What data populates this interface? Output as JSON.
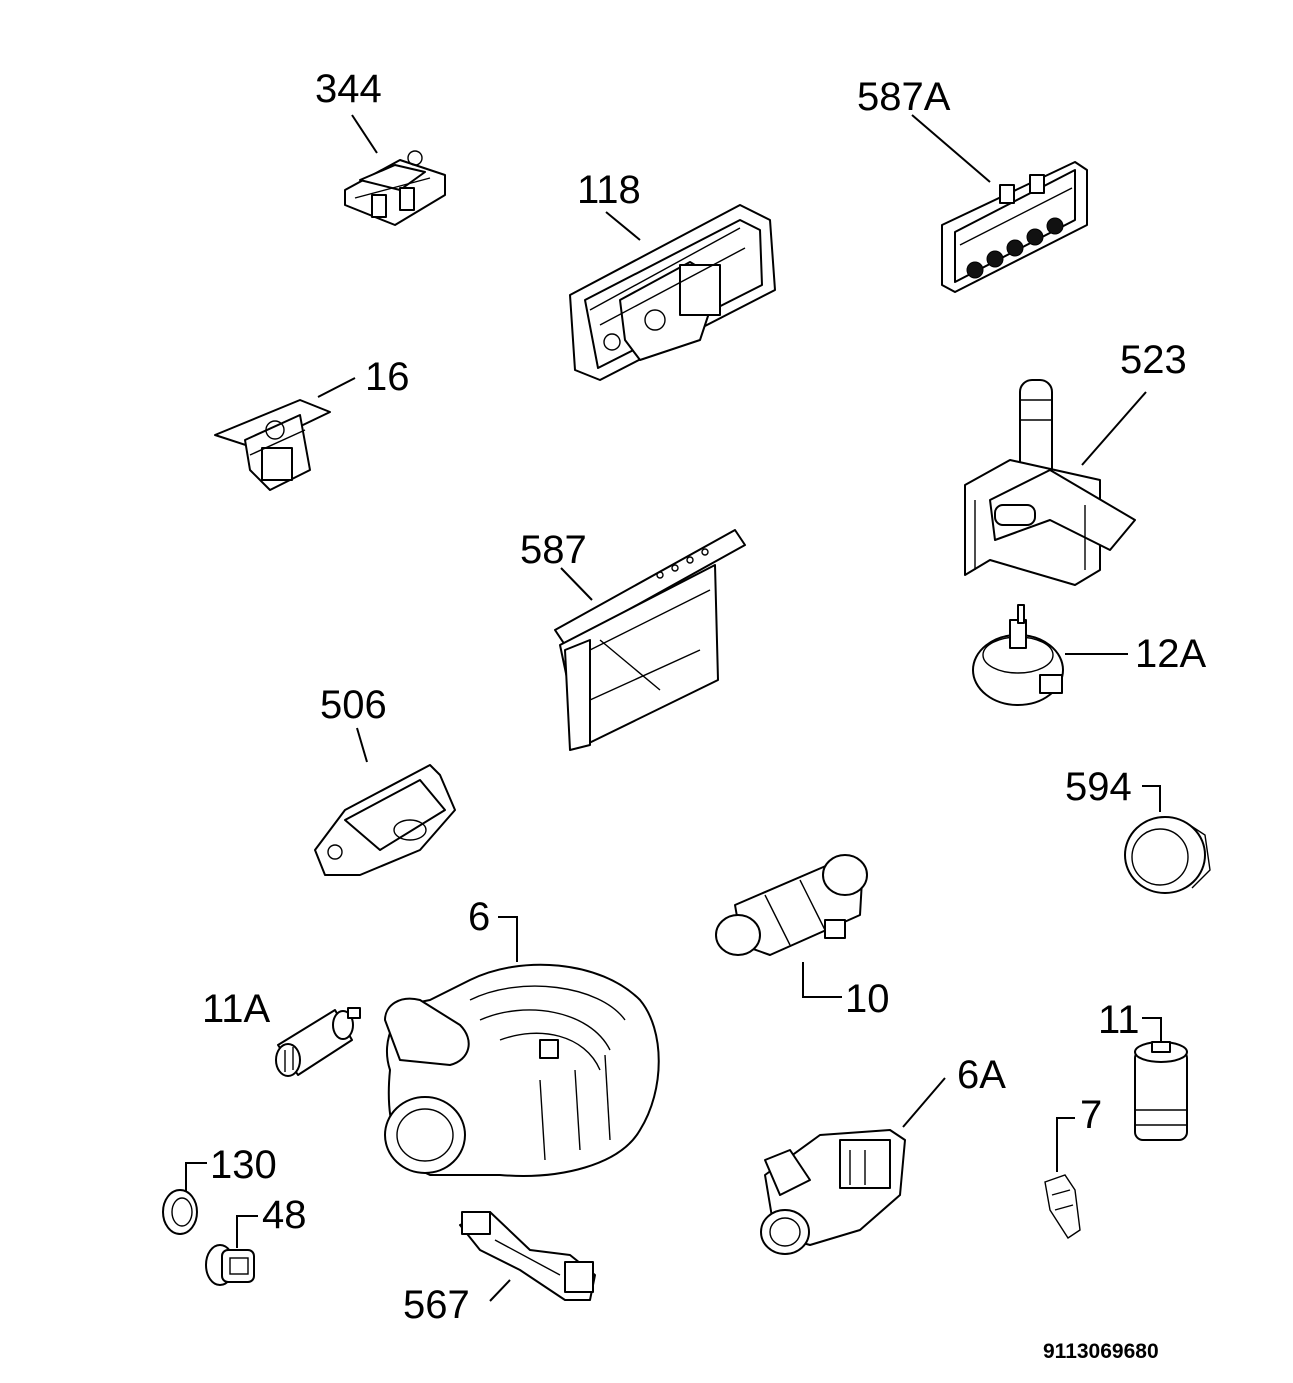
{
  "labels": {
    "p344": "344",
    "p587A": "587A",
    "p118": "118",
    "p16": "16",
    "p523": "523",
    "p587": "587",
    "p12A": "12A",
    "p506": "506",
    "p594": "594",
    "p6": "6",
    "p10": "10",
    "p11A": "11A",
    "p11": "11",
    "p6A": "6A",
    "p7": "7",
    "p130": "130",
    "p48": "48",
    "p567": "567"
  },
  "document_number": "9113069680"
}
